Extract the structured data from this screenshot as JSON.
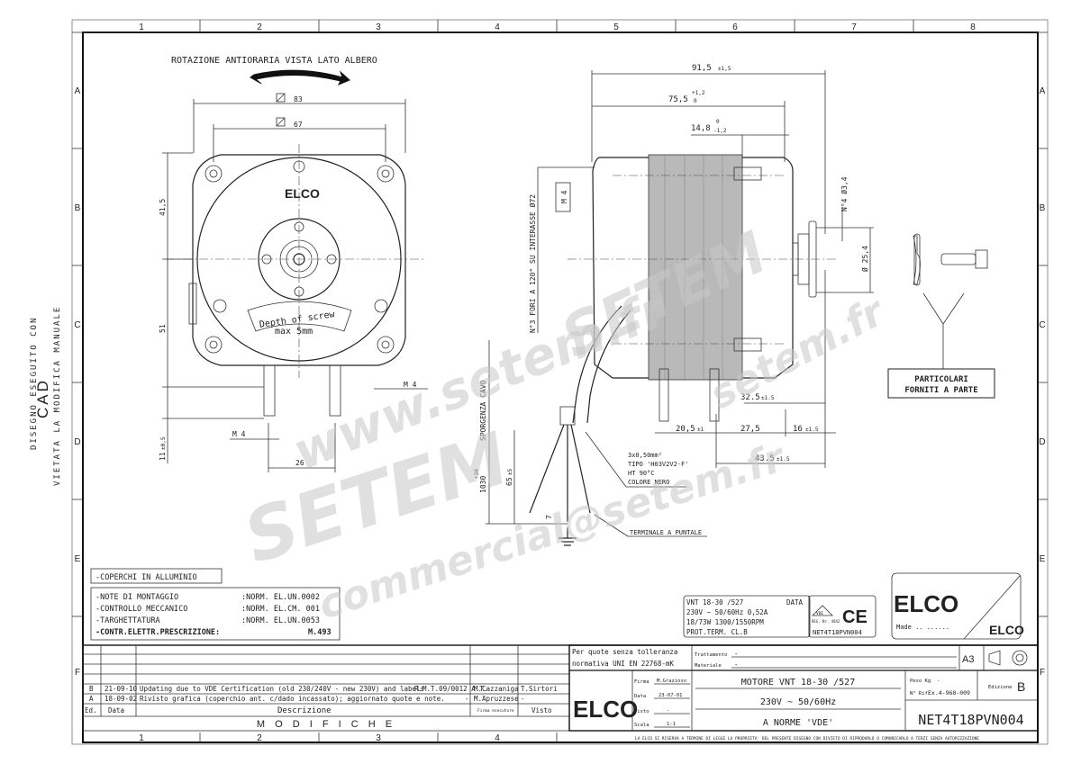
{
  "grid": {
    "columns": [
      "1",
      "2",
      "3",
      "4",
      "5",
      "6",
      "7",
      "8"
    ],
    "rows": [
      "A",
      "B",
      "C",
      "D",
      "E",
      "F"
    ]
  },
  "side_note": {
    "line1": "DISEGNO ESEGUITO CON",
    "line2": "CAD",
    "line3": "VIETATA LA MODIFICA MANUALE"
  },
  "front_view": {
    "rotation_note": "ROTAZIONE ANTIORARIA VISTA LATO ALBERO",
    "dim_83": "83",
    "dim_67": "67",
    "dim_41_5": "41,5",
    "dim_51": "51",
    "dim_11": "11",
    "dim_11_tol": "±0,5",
    "dim_m4_left": "M 4",
    "dim_m4_right": "M 4",
    "dim_26": "26",
    "logo": "ELCO",
    "screw_note_1": "Depth of screw",
    "screw_note_2": "max 5mm"
  },
  "side_view": {
    "dim_91_5": "91,5",
    "dim_91_5_tol": "±1,5",
    "dim_75_5": "75,5",
    "dim_75_5_tol_up": "+1,2",
    "dim_75_5_tol_dn": "0",
    "dim_14_8": "14,8",
    "dim_14_8_tol_up": "0",
    "dim_14_8_tol_dn": "-1,2",
    "m4_box": "M 4",
    "holes_note": "N°3 FORI A 120° SU INTERASSE Ø72",
    "holes_flange": "N°4 Ø3,4",
    "dia_25_4": "Ø 25,4",
    "dim_32_5": "32.5",
    "dim_32_5_tol": "±1.5",
    "dim_20_5": "20,5",
    "dim_20_5_tol": "±1",
    "dim_27_5": "27,5",
    "dim_16": "16",
    "dim_16_tol": "±1.5",
    "dim_43_5": "43.5",
    "dim_43_5_tol": "±1.5",
    "cable_length": "1030",
    "cable_length_tol_up": "+30",
    "cable_length_tol_dn": "0",
    "cable_label": "SPORGENZA CAVO",
    "dim_65": "65",
    "dim_65_tol": "±5",
    "dim_7": "7",
    "cable_spec": [
      "3x0,50mm²",
      "TIPO 'H03V2V2-F'",
      "HT 90°C",
      "COLORE NERO"
    ],
    "terminal_note": "TERMINALE A PUNTALE"
  },
  "parts_callout": {
    "line1": "PARTICOLARI",
    "line2": "FORNITI A PARTE"
  },
  "notes": {
    "material": "-COPERCHI IN ALLUMINIO",
    "rows": [
      {
        "label": "-NOTE DI MONTAGGIO",
        "value": ":NORM. EL.UN.0002"
      },
      {
        "label": "-CONTROLLO MECCANICO",
        "value": ":NORM. EL.CM. 001"
      },
      {
        "label": "-TARGHETTATURA",
        "value": ":NORM. EL.UN.0053"
      },
      {
        "label": "-CONTR.ELETTR.PRESCRIZIONE:",
        "value": "M.493"
      }
    ]
  },
  "nameplate": {
    "lines": [
      "VNT 18-30      /527",
      "230V ~ 50/60Hz  0,52A",
      "18/73W  1300/1550RPM",
      "PROT.TERM.  CL.B"
    ],
    "data_label": "DATA",
    "vde": "VDE",
    "reg": "REG.-Nr. 4842",
    "ce": "CE",
    "code": "NET4T18PVN004"
  },
  "brand_label": {
    "logo": "ELCO",
    "made": "Made .. ......"
  },
  "revisions": {
    "headers": {
      "ed": "Ed.",
      "date": "Data",
      "desc": "Descrizione",
      "signer": "Firma esecutore",
      "visto": "Visto"
    },
    "title": "M O D I F I C H E",
    "rows": [
      {
        "ed": "B",
        "date": "21-09-10",
        "desc": "Updating due to VDE Certification (old 230/240V - new 230V) and labels",
        "ref": "R.M.T.09/0012 A.T.",
        "signer": "M.Cazzaniga",
        "visto": "T.Sirtori"
      },
      {
        "ed": "A",
        "date": "18-09-02",
        "desc": "Rivisto grafica (coperchio ant. c/dado incassato); aggiornato quote e note.",
        "ref": "-",
        "signer": "M.Apruzzese",
        "visto": "-"
      }
    ]
  },
  "title_block": {
    "tolerance_1": "Per quote senza tolleranza",
    "tolerance_2": "normativa UNI EN 22768-mK",
    "trattamento_label": "Trattamento",
    "trattamento": "-",
    "materiale_label": "Materiale",
    "materiale": "-",
    "format": "A3",
    "logo": "ELCO",
    "firma_label": "Firma",
    "firma": "M.Grazioso",
    "data_label": "Data",
    "data": "23-07-01",
    "visto_label": "Visto",
    "visto": "-",
    "scala_label": "Scala",
    "scala": "1:1",
    "title_1": "MOTORE VNT 18-30 /527",
    "title_2": "230V ~ 50/60Hz",
    "title_3": "A NORME 'VDE'",
    "peso_label": "Peso Kg",
    "peso": "-",
    "rif_label": "N° Rif.",
    "rif": "Ex.4-968-009",
    "edizione_label": "Edizione",
    "edizione": "B",
    "drawing_number": "NET4T18PVN004",
    "disclaimer": "LA ELCO SI RISERVA A TERMINE DI LEGGE LA PROPRIETA' DEL PRESENTE DISEGNO CON DIVIETO DI RIPRODURLO O COMUNICARLO A TERZI SENZA AUTORIZZAZIONE"
  },
  "watermarks": [
    "www.setem.fr",
    "SETEM",
    "commercial@setem.fr",
    "setem.fr"
  ]
}
